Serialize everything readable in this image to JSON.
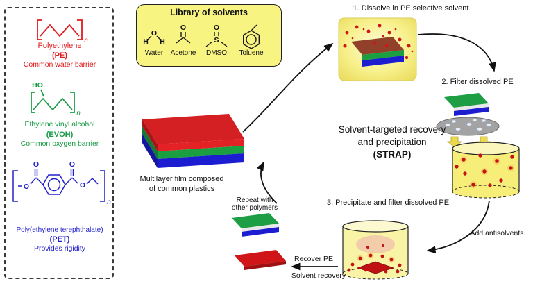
{
  "left_panel": {
    "pe": {
      "name": "Polyethylene",
      "abbr": "(PE)",
      "desc": "Common water barrier",
      "n": "n"
    },
    "evoh": {
      "name": "Ethylene vinyl alcohol",
      "abbr": "(EVOH)",
      "desc": "Common oxygen barrier",
      "ho": "HO",
      "n": "n"
    },
    "pet": {
      "name": "Poly(ethylene terephthalate)",
      "abbr": "(PET)",
      "desc": "Provides rigidity",
      "o": "O",
      "n": "n"
    }
  },
  "solvents": {
    "title": "Library of solvents",
    "items": [
      {
        "label": "Water"
      },
      {
        "label": "Acetone"
      },
      {
        "label": "DMSO"
      },
      {
        "label": "Toluene"
      }
    ],
    "atoms": {
      "h": "H",
      "o": "O",
      "s": "S"
    }
  },
  "film": {
    "caption1": "Multilayer film composed",
    "caption2": "of common plastics"
  },
  "strap": {
    "line1": "Solvent-targeted recovery",
    "line2": "and precipitation",
    "line3": "(STRAP)"
  },
  "cycle": {
    "step1": "1. Dissolve in PE selective solvent",
    "step2": "2. Filter dissolved PE",
    "step3": "3. Precipitate and filter dissolved PE",
    "add_antisolvents": "Add antisolvents",
    "recover_pe": "Recover PE",
    "solvent_recovery": "Solvent recovery",
    "repeat1": "Repeat with",
    "repeat2": "other polymers"
  },
  "colors": {
    "pe_red": "#e01b1d",
    "evoh_green": "#169a43",
    "pet_blue": "#2020cc",
    "solvent_box_yellow": "#f8f482",
    "liquid_yellow": "#f6ee79",
    "filter_gray": "#a3a3a3",
    "arrow_black": "#111111"
  }
}
